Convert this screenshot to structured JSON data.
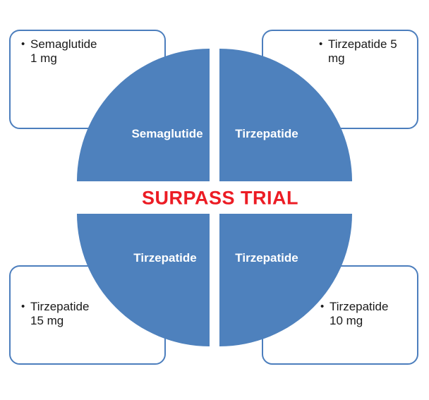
{
  "diagram": {
    "title": "SURPASS TRIAL"
  },
  "quadrants": {
    "top_left": {
      "label": "Semaglutide"
    },
    "top_right": {
      "label": "Tirzepatide"
    },
    "bottom_left": {
      "label": "Tirzepatide"
    },
    "bottom_right": {
      "label": "Tirzepatide"
    }
  },
  "callouts": {
    "top_left": {
      "bullet": "•",
      "line1": "Semaglutide",
      "line2": "1 mg"
    },
    "top_right": {
      "bullet": "•",
      "line1": "Tirzepatide 5",
      "line2": "mg"
    },
    "bottom_left": {
      "bullet": "•",
      "line1": "Tirzepatide",
      "line2": "15 mg"
    },
    "bottom_right": {
      "bullet": "•",
      "line1": "Tirzepatide",
      "line2": "10 mg"
    }
  },
  "colors": {
    "quadrant_fill": "#4E81BD",
    "callout_border": "#4C7EBD",
    "title_red": "#EC1C24",
    "quadrant_label_text": "#FFFFFF",
    "callout_text": "#1A1A1A",
    "background": "#FFFFFF"
  }
}
